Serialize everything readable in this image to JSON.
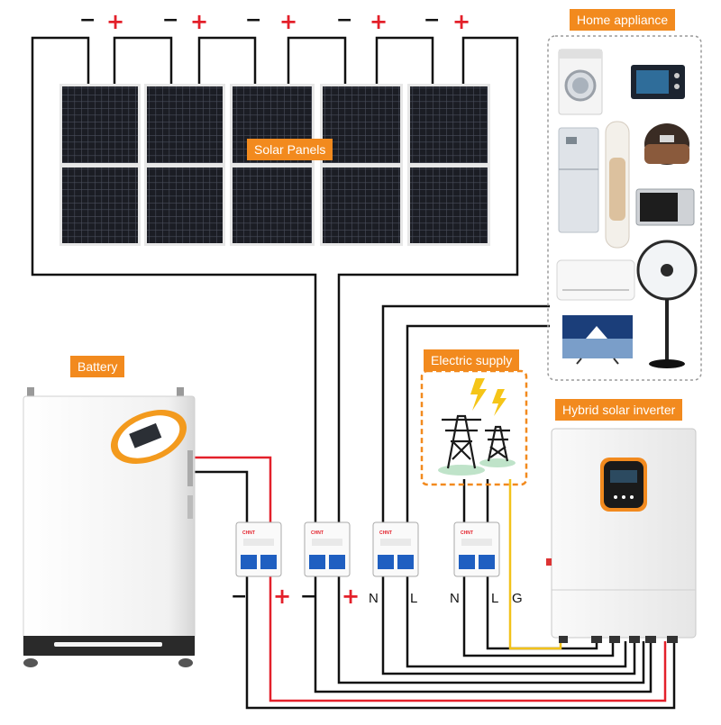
{
  "labels": {
    "solar_panels": "Solar Panels",
    "home_appliance": "Home appliance",
    "battery": "Battery",
    "electric_supply": "Electric supply",
    "hybrid_inverter": "Hybrid solar inverter"
  },
  "polarity": {
    "minus": "−",
    "plus": "+"
  },
  "terminals": {
    "N": "N",
    "L": "L",
    "G": "G"
  },
  "breaker_brand": "CHNT",
  "colors": {
    "accent_orange": "#f28a1e",
    "wire_black": "#111111",
    "wire_red": "#e3202a",
    "wire_yellow": "#f2c21a",
    "panel_cell": "#1b1d24",
    "breaker_blue": "#1f5fc1"
  }
}
